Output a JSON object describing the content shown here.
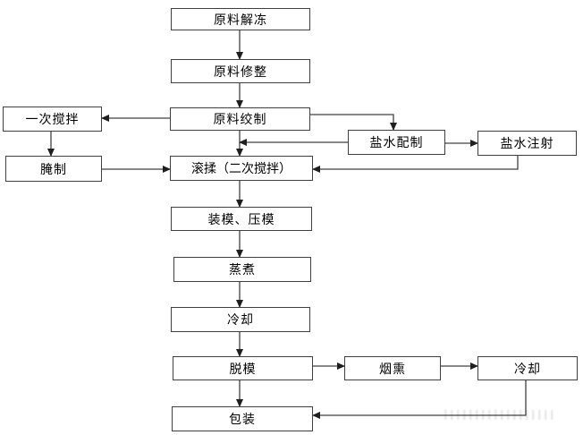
{
  "diagram": {
    "type": "flowchart",
    "background_color": "#ffffff",
    "box_fill": "#ffffff",
    "box_border_color": "#3f3f3f",
    "line_color": "#404040",
    "arrowhead_color": "#1f1f1f",
    "text_color": "#000000",
    "nodes": [
      {
        "id": "thaw",
        "label": "原料解冻"
      },
      {
        "id": "trim",
        "label": "原料修整"
      },
      {
        "id": "grind",
        "label": "原料绞制"
      },
      {
        "id": "first-stir",
        "label": "一次搅拌"
      },
      {
        "id": "marinate",
        "label": "腌制"
      },
      {
        "id": "brine-prep",
        "label": "盐水配制"
      },
      {
        "id": "brine-inject",
        "label": "盐水注射"
      },
      {
        "id": "tumble",
        "label": "滚揉（二次搅拌）"
      },
      {
        "id": "mold-press",
        "label": "装模、压模"
      },
      {
        "id": "steam",
        "label": "蒸煮"
      },
      {
        "id": "cool-1",
        "label": "冷却"
      },
      {
        "id": "demold",
        "label": "脱模"
      },
      {
        "id": "smoke",
        "label": "烟熏"
      },
      {
        "id": "cool-2",
        "label": "冷却"
      },
      {
        "id": "pack",
        "label": "包装"
      }
    ],
    "edges": [
      {
        "from": "thaw",
        "to": "trim"
      },
      {
        "from": "trim",
        "to": "grind"
      },
      {
        "from": "grind",
        "to": "first-stir"
      },
      {
        "from": "first-stir",
        "to": "marinate"
      },
      {
        "from": "marinate",
        "to": "tumble"
      },
      {
        "from": "grind",
        "to": "tumble"
      },
      {
        "from": "grind",
        "to": "brine-prep"
      },
      {
        "from": "brine-prep",
        "to": "flow-line-grind-to-tumble"
      },
      {
        "from": "brine-prep",
        "to": "brine-inject"
      },
      {
        "from": "brine-inject",
        "to": "tumble"
      },
      {
        "from": "tumble",
        "to": "mold-press"
      },
      {
        "from": "mold-press",
        "to": "steam"
      },
      {
        "from": "steam",
        "to": "cool-1"
      },
      {
        "from": "cool-1",
        "to": "demold"
      },
      {
        "from": "demold",
        "to": "smoke"
      },
      {
        "from": "demold",
        "to": "pack"
      },
      {
        "from": "smoke",
        "to": "cool-2"
      },
      {
        "from": "cool-2",
        "to": "pack"
      }
    ]
  }
}
